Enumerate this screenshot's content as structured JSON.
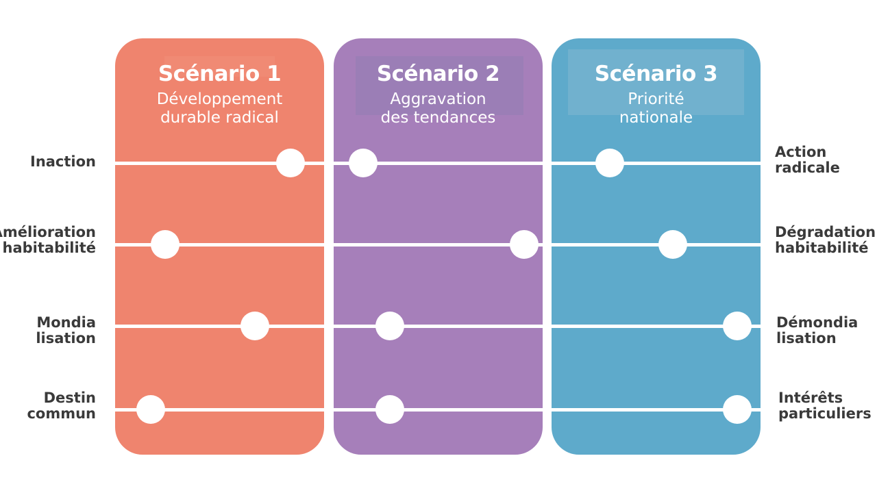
{
  "scenarios": [
    {
      "title": "Scénario 1",
      "subtitle_line1": "Développement",
      "subtitle_line2": "durable radical",
      "color": "#ef846e"
    },
    {
      "title": "Scénario 2",
      "subtitle_line1": "Aggravation",
      "subtitle_line2": "des tendances",
      "color": "#a67fba"
    },
    {
      "title": "Scénario 3",
      "subtitle_line1": "Priorité",
      "subtitle_line2": "nationale",
      "color": "#5eaacb"
    }
  ],
  "axes": [
    {
      "left_line1": "Inaction",
      "left_line2": "",
      "right_line1": "Action",
      "right_line2": "radicale",
      "positions": [
        0.84,
        0.14,
        0.28
      ]
    },
    {
      "left_line1": "Amélioration",
      "left_line2": "habitabilité",
      "right_line1": "Dégradation",
      "right_line2": "habitabilité",
      "positions": [
        0.24,
        0.91,
        0.58
      ]
    },
    {
      "left_line1": "Mondia",
      "left_line2": "lisation",
      "right_line1": "Démondia",
      "right_line2": "lisation",
      "positions": [
        0.67,
        0.27,
        0.89
      ]
    },
    {
      "left_line1": "Destin",
      "left_line2": "commun",
      "right_line1": "Intérêts",
      "right_line2": "particuliers",
      "positions": [
        0.17,
        0.27,
        0.89
      ]
    }
  ]
}
